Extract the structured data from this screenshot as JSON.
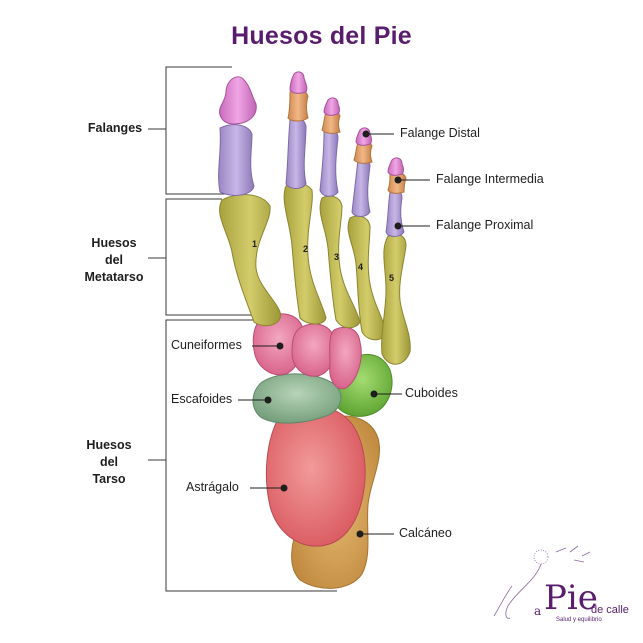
{
  "title": "Huesos del Pie",
  "groups": {
    "falanges": [
      "Falanges"
    ],
    "metatarso": [
      "Huesos",
      "del",
      "Metatarso"
    ],
    "tarso": [
      "Huesos",
      "del",
      "Tarso"
    ]
  },
  "labels": {
    "falange_distal": "Falange Distal",
    "falange_intermedia": "Falange Intermedia",
    "falange_proximal": "Falange Proximal",
    "cuneiformes": "Cuneiformes",
    "escafoides": "Escafoides",
    "cuboides": "Cuboides",
    "astragalo": "Astrágalo",
    "calcaneo": "Calcáneo"
  },
  "metatarsal_numbers": [
    "1",
    "2",
    "3",
    "4",
    "5"
  ],
  "logo": {
    "prefix": "a",
    "name": "Pie",
    "suffix": "de calle",
    "tagline": "Salud y equilibrio"
  },
  "colors": {
    "title": "#5a1d6e",
    "distal": "#e48ad6",
    "intermedia": "#e8a36a",
    "proximal": "#b9a4dc",
    "metatarsal": "#c9c25a",
    "cuneiformes": "#e87aa0",
    "escafoides": "#8fb894",
    "cuboides": "#7fc44c",
    "astragalo": "#e46a6e",
    "calcaneo": "#d8a45a"
  }
}
